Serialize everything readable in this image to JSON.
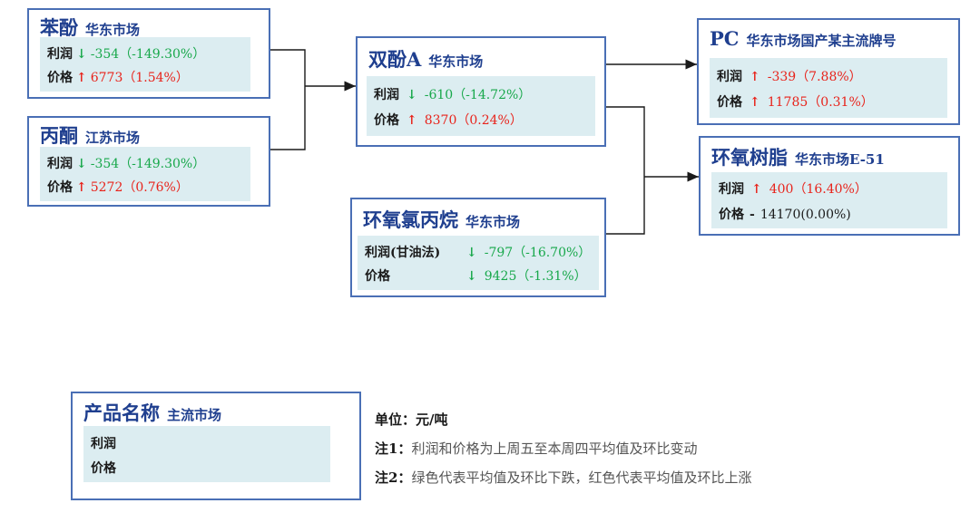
{
  "nodes": {
    "phenol": {
      "name": "苯酚",
      "market": "华东市场",
      "rows": [
        {
          "label": "利润",
          "dir": "down",
          "arrow": "↓",
          "value": "-354",
          "pct": "（-149.30%）"
        },
        {
          "label": "价格",
          "dir": "up",
          "arrow": "↑",
          "value": "6773",
          "pct": "（1.54%）"
        }
      ]
    },
    "acetone": {
      "name": "丙酮",
      "market": "江苏市场",
      "rows": [
        {
          "label": "利润",
          "dir": "down",
          "arrow": "↓",
          "value": "-354",
          "pct": "（-149.30%）"
        },
        {
          "label": "价格",
          "dir": "up",
          "arrow": "↑",
          "value": "5272",
          "pct": "（0.76%）"
        }
      ]
    },
    "bpa": {
      "name": "双酚A",
      "market": "华东市场",
      "rows": [
        {
          "label": "利润",
          "dir": "down",
          "arrow": "↓",
          "value": "-610",
          "pct": "（-14.72%）"
        },
        {
          "label": "价格",
          "dir": "up",
          "arrow": "↑",
          "value": "8370",
          "pct": "（0.24%）"
        }
      ]
    },
    "ech": {
      "name": "环氧氯丙烷",
      "market": "华东市场",
      "rows": [
        {
          "label": "利润(甘油法)",
          "dir": "down",
          "arrow": "↓",
          "value": "-797",
          "pct": "（-16.70%）"
        },
        {
          "label": "价格",
          "dir": "down",
          "arrow": "↓",
          "value": "9425",
          "pct": "（-1.31%）"
        }
      ]
    },
    "pc": {
      "name": "PC",
      "market": "华东市场国产某主流牌号",
      "rows": [
        {
          "label": "利润",
          "dir": "up",
          "arrow": "↑",
          "value": "-339",
          "pct": "（7.88%）"
        },
        {
          "label": "价格",
          "dir": "up",
          "arrow": "↑",
          "value": "11785",
          "pct": "（0.31%）"
        }
      ]
    },
    "epoxy": {
      "name": "环氧树脂",
      "market": "华东市场E-51",
      "rows": [
        {
          "label": "利润",
          "dir": "up",
          "arrow": "↑",
          "value": "400",
          "pct": "（16.40%）"
        },
        {
          "label": "价格",
          "dir": "flat",
          "arrow": "-",
          "value": "14170",
          "pct": "(0.00%)"
        }
      ]
    }
  },
  "legend": {
    "name": "产品名称",
    "market": "主流市场",
    "rows": [
      {
        "label": "利润"
      },
      {
        "label": "价格"
      }
    ]
  },
  "notes": {
    "unit_key": "单位：",
    "unit_text": "元/吨",
    "note1_key": "注1：",
    "note1_text": "利润和价格为上周五至本周四平均值及环比变动",
    "note2_key": "注2：",
    "note2_text": "绿色代表平均值及环比下跌，红色代表平均值及环比上涨"
  },
  "colors": {
    "border": "#4a6fb5",
    "panel": "#dcedf1",
    "up": "#e8231b",
    "down": "#18a84b",
    "title": "#1f3f8f"
  }
}
